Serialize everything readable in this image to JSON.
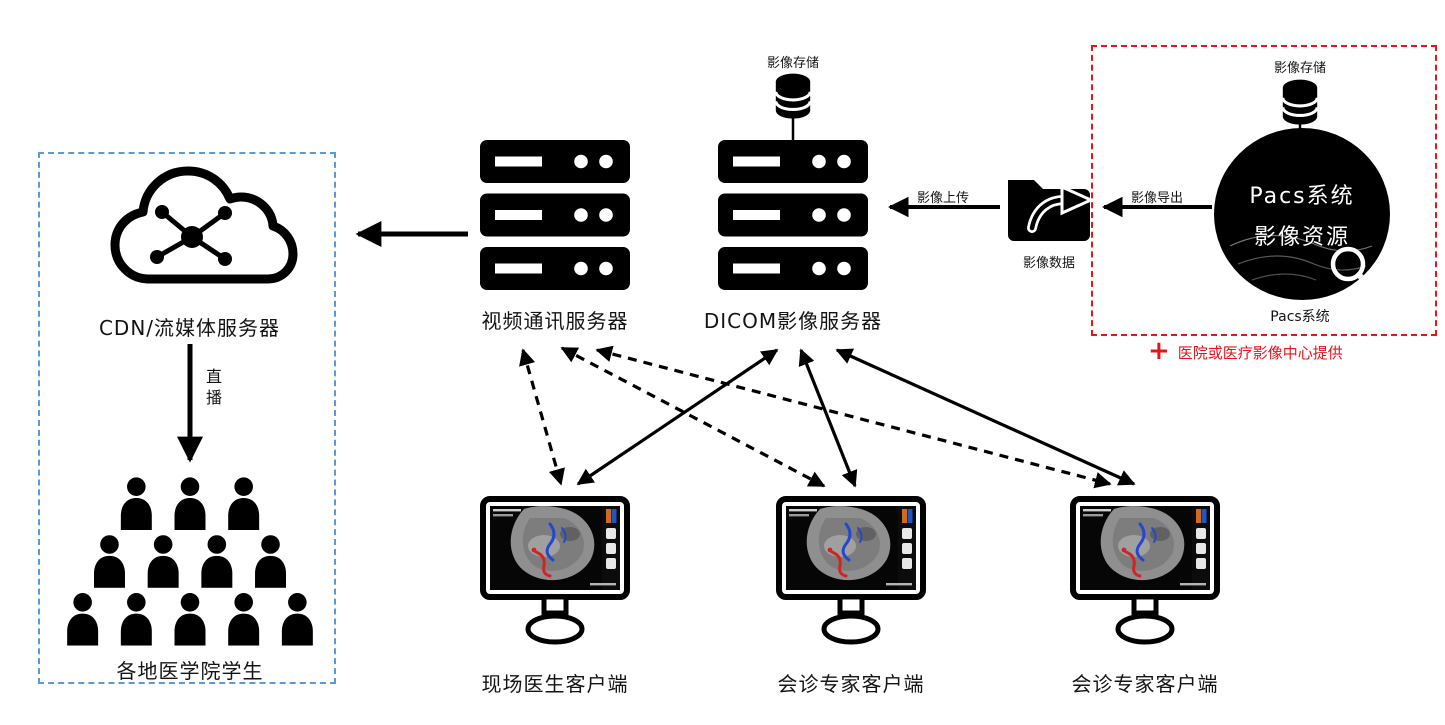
{
  "colors": {
    "accent_red": "#e8141c",
    "accent_blue": "#5b9bd5",
    "ink": "#000000"
  },
  "pacs": {
    "storage_label": "影像存储",
    "circle_title_line1": "Pacs系统",
    "circle_title_line2": "影像资源",
    "caption": "Pacs系统",
    "note_plus": "+",
    "note_text": "医院或医疗影像中心提供"
  },
  "flow": {
    "export_label": "影像导出",
    "upload_label": "影像上传",
    "folder_label": "影像数据",
    "live_label": "直播"
  },
  "servers": {
    "dicom": {
      "label": "DICOM影像服务器",
      "storage_label": "影像存储"
    },
    "video": {
      "label": "视频通讯服务器"
    },
    "cdn": {
      "label": "CDN/流媒体服务器"
    }
  },
  "students": {
    "label": "各地医学院学生"
  },
  "clients": [
    {
      "label": "现场医生客户端"
    },
    {
      "label": "会诊专家客户端"
    },
    {
      "label": "会诊专家客户端"
    }
  ],
  "icons": {
    "database": "cylinder-stack",
    "server_rack": "stacked-server-units",
    "cloud_network": "cloud-with-node-graph",
    "folder_transfer": "folder-with-curved-arrow",
    "magnifier": "magnifying-glass",
    "person": "person-silhouette",
    "monitor": "desktop-monitor-ultrasound"
  }
}
